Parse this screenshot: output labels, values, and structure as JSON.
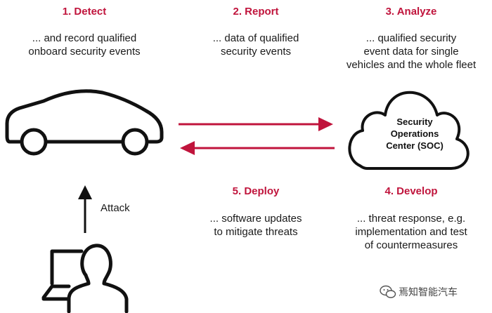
{
  "steps": {
    "detect": {
      "title": "1. Detect",
      "desc": [
        "... and record qualified",
        "onboard security events"
      ]
    },
    "report": {
      "title": "2. Report",
      "desc": [
        "... data of qualified",
        "security events"
      ]
    },
    "analyze": {
      "title": "3. Analyze",
      "desc": [
        "... qualified security",
        "event data for single",
        "vehicles and the whole fleet"
      ]
    },
    "develop": {
      "title": "4. Develop",
      "desc": [
        "... threat response, e.g.",
        "implementation and test",
        "of countermeasures"
      ]
    },
    "deploy": {
      "title": "5. Deploy",
      "desc": [
        "... software updates",
        "to mitigate threats"
      ]
    }
  },
  "soc": {
    "lines": [
      "Security",
      "Operations",
      "Center (SOC)"
    ]
  },
  "attack": {
    "label": "Attack"
  },
  "watermark": {
    "text": "焉知智能汽车"
  },
  "colors": {
    "accent": "#c0143c",
    "ink": "#111111"
  },
  "icons": {
    "car": "car-icon",
    "cloud": "cloud-icon",
    "attacker": "attacker-icon",
    "wechat": "wechat-icon"
  }
}
